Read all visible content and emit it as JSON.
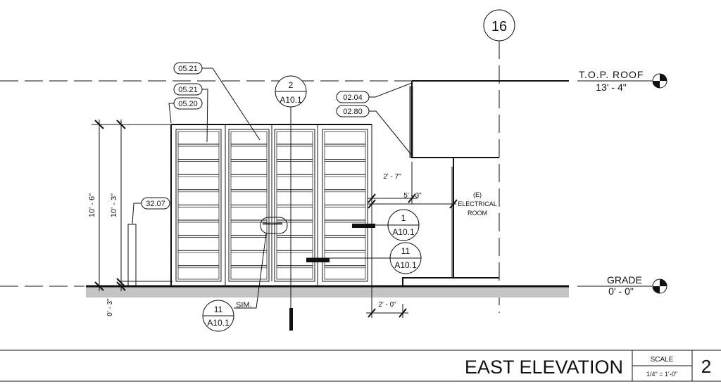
{
  "grid_bubble": "16",
  "levels": [
    {
      "name": "T.O.P. ROOF",
      "elevation": "13' - 4\""
    },
    {
      "name": "GRADE",
      "elevation": "0' - 0\""
    }
  ],
  "keynotes": [
    "05.21",
    "05.21",
    "05.20",
    "02.04",
    "02.80",
    "32.07"
  ],
  "section_markers": [
    {
      "number": "2",
      "sheet": "A10.1"
    },
    {
      "number": "1",
      "sheet": "A10.1"
    },
    {
      "number": "11",
      "sheet": "A10.1"
    },
    {
      "number": "11",
      "sheet": "A10.1",
      "note": "SIM."
    }
  ],
  "dimensions": [
    "10' - 6\"",
    "10' - 3\"",
    "0' - 3\"",
    "2' - 7\"",
    "5' - 3\"",
    "2' - 0\""
  ],
  "room_label": [
    "(E)",
    "ELECTRICAL",
    "ROOM"
  ],
  "title_block": {
    "title": "EAST ELEVATION",
    "scale_label": "SCALE",
    "scale": "1/4\" = 1'-0\"",
    "number": "2"
  }
}
